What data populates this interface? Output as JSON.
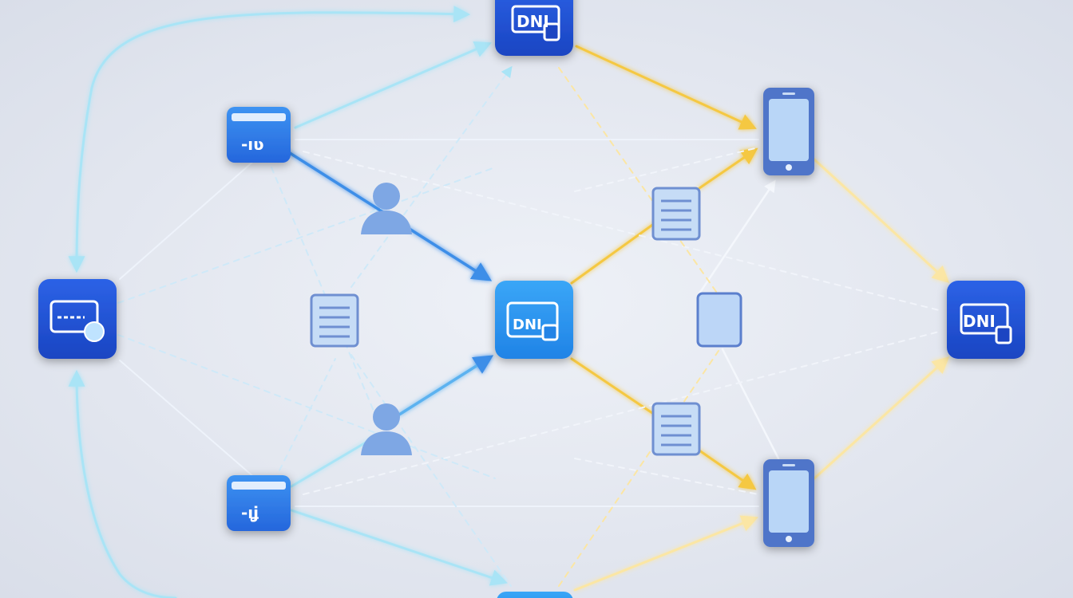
{
  "diagram": {
    "nodes": [
      {
        "id": "dni-top",
        "kind": "dni-card",
        "label": "DNI"
      },
      {
        "id": "dni-center",
        "kind": "dni-card",
        "label": "DNI"
      },
      {
        "id": "dni-right",
        "kind": "dni-card",
        "label": "DNI"
      },
      {
        "id": "dni-bottom",
        "kind": "dni-card",
        "label": ""
      },
      {
        "id": "id-card-left",
        "kind": "id-card",
        "label": ""
      },
      {
        "id": "screen-upper-left",
        "kind": "screen-card",
        "label": "-ıʋ"
      },
      {
        "id": "screen-lower-left",
        "kind": "screen-card",
        "label": "-ıʝ"
      },
      {
        "id": "user-upper",
        "kind": "user",
        "label": ""
      },
      {
        "id": "user-lower",
        "kind": "user",
        "label": ""
      },
      {
        "id": "doc-left",
        "kind": "document",
        "label": ""
      },
      {
        "id": "doc-upper-right",
        "kind": "document",
        "label": ""
      },
      {
        "id": "doc-lower-right",
        "kind": "document",
        "label": ""
      },
      {
        "id": "tablet-center-right",
        "kind": "tablet",
        "label": ""
      },
      {
        "id": "phone-upper-right",
        "kind": "phone",
        "label": ""
      },
      {
        "id": "phone-lower-right",
        "kind": "phone",
        "label": ""
      }
    ],
    "colors": {
      "dni_dark": "#1f4fd1",
      "dni_bright": "#2f8ff0",
      "edge_blue": "#5bb2f0",
      "edge_cyan": "#a9e4f6",
      "edge_yellow": "#f5c842",
      "edge_pale": "#ffffff",
      "device_fill": "#b9d6f7",
      "device_border": "#4f74c9"
    }
  }
}
